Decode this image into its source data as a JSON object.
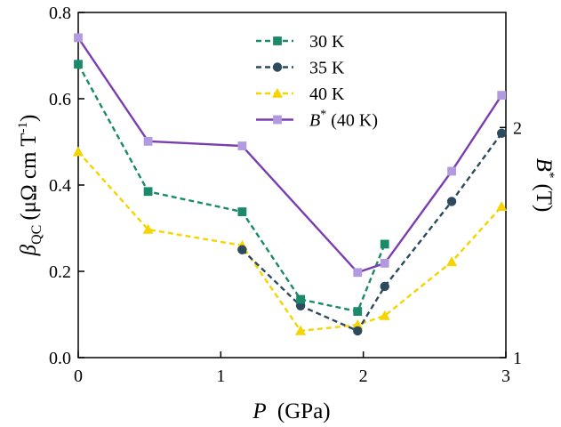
{
  "chart_data": {
    "type": "line",
    "xlabel": {
      "symbol": "P",
      "unit": "(GPa)"
    },
    "ylabel_left": {
      "symbol": "β",
      "subscript": "QC",
      "unit": "(μΩ cm T",
      "sup": "-1",
      "close": ")"
    },
    "ylabel_right": {
      "symbol": "B",
      "sup": "*",
      "unit": "(T)"
    },
    "xlim": [
      0,
      3
    ],
    "ylim_left": [
      0,
      0.8
    ],
    "ylim_right": [
      1,
      2.5
    ],
    "x_ticks": [
      0,
      1,
      2,
      3
    ],
    "x_tick_labels": [
      "0",
      "1",
      "2",
      "3"
    ],
    "y_ticks_left": [
      0,
      0.2,
      0.4,
      0.6,
      0.8
    ],
    "y_tick_labels_left": [
      "0.0",
      "0.2",
      "0.4",
      "0.6",
      "0.8"
    ],
    "y_ticks_right": [
      1,
      2
    ],
    "y_tick_labels_right": [
      "1",
      "2"
    ],
    "grid": false,
    "legend_position": "top-center",
    "series": [
      {
        "name": "30 K",
        "axis": "left",
        "color": "#1a8a6a",
        "dash": "dashed",
        "marker": "square",
        "x": [
          0,
          0.49,
          1.15,
          1.56,
          1.96,
          2.15
        ],
        "y": [
          0.68,
          0.385,
          0.338,
          0.135,
          0.107,
          0.263
        ]
      },
      {
        "name": "35 K",
        "axis": "left",
        "color": "#2d4a5f",
        "dash": "dashed",
        "marker": "circle",
        "x": [
          1.15,
          1.56,
          1.96,
          2.15,
          2.62,
          2.97
        ],
        "y": [
          0.25,
          0.12,
          0.062,
          0.165,
          0.362,
          0.52
        ]
      },
      {
        "name": "40 K",
        "axis": "left",
        "color": "#f5d400",
        "dash": "dashed",
        "marker": "triangle",
        "x": [
          0,
          0.49,
          1.15,
          1.56,
          1.96,
          2.15,
          2.62,
          2.97
        ],
        "y": [
          0.477,
          0.297,
          0.26,
          0.062,
          0.076,
          0.097,
          0.222,
          0.35
        ]
      },
      {
        "name_parts": {
          "symbol": "B",
          "sup": "*",
          "rest": " (40 K)"
        },
        "axis": "right",
        "color": "#7b3eb0",
        "dash": "solid",
        "marker": "square",
        "marker_color": "#b29ae0",
        "x": [
          0,
          0.49,
          1.15,
          1.96,
          2.15,
          2.62,
          2.97
        ],
        "y": [
          2.39,
          1.94,
          1.92,
          1.37,
          1.41,
          1.81,
          2.14
        ]
      }
    ]
  }
}
